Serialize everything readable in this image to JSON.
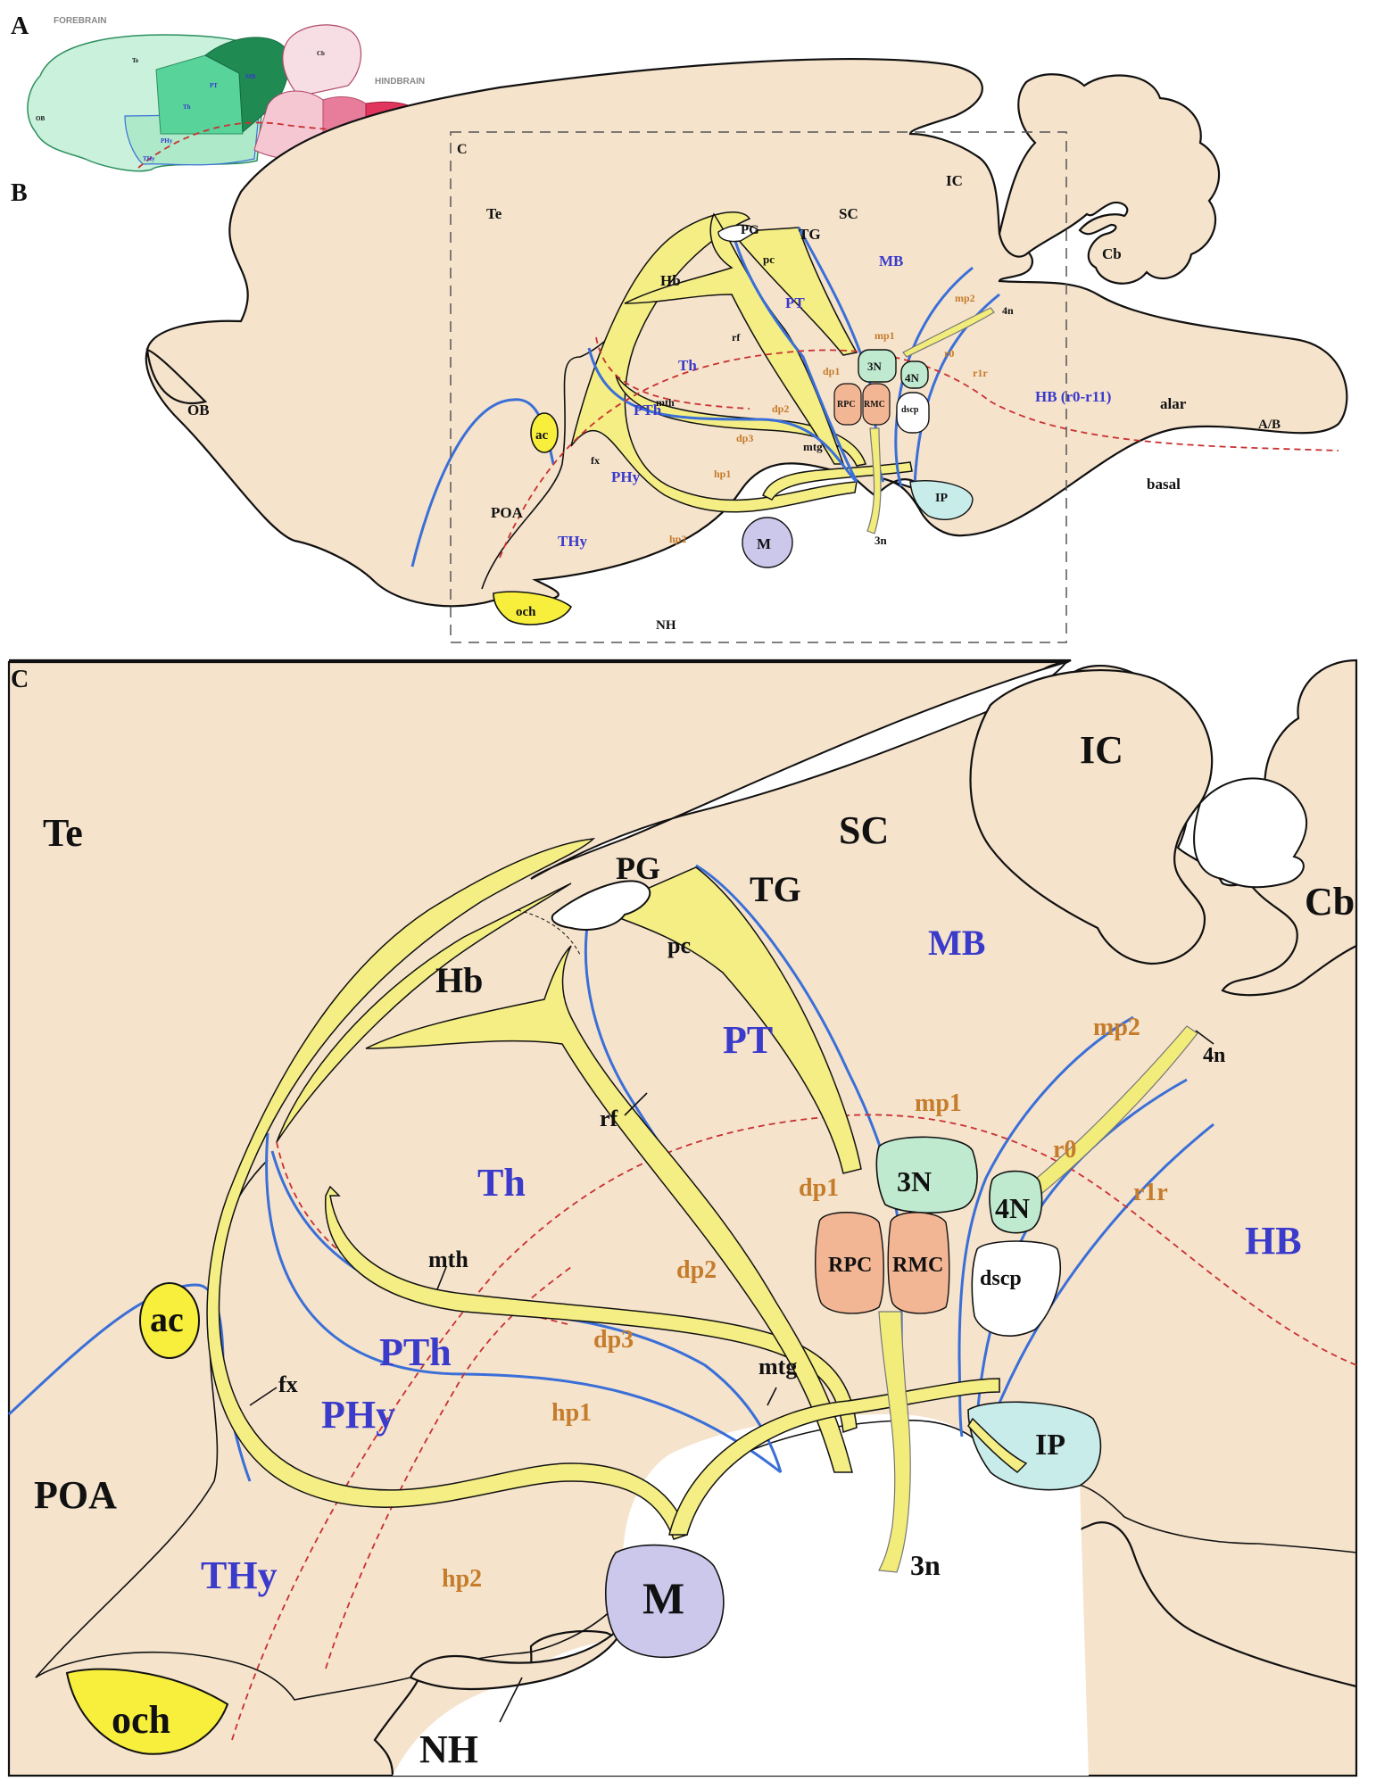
{
  "panel_letters": {
    "a": "A",
    "b": "B",
    "c": "C",
    "c_box": "C"
  },
  "inset": {
    "forebrain": "FOREBRAIN",
    "hindbrain": "HINDBRAIN",
    "te": "Te",
    "ob": "OB",
    "cb": "Cb",
    "th": "Th",
    "pt": "PT",
    "mb": "MB",
    "phy": "PHy",
    "thy": "THy"
  },
  "panel_b": {
    "te": "Te",
    "ob": "OB",
    "poa": "POA",
    "ac": "ac",
    "och": "och",
    "nh": "NH",
    "pg": "PG",
    "tg": "TG",
    "sc": "SC",
    "ic": "IC",
    "cb": "Cb",
    "mb": "MB",
    "hb": "Hb",
    "pc": "pc",
    "pt": "PT",
    "rf": "rf",
    "th": "Th",
    "mth": "mth",
    "pth": "PTh",
    "phy": "PHy",
    "thy": "THy",
    "fx": "fx",
    "m": "M",
    "mtg": "mtg",
    "n3": "3N",
    "n4": "4N",
    "rpc": "RPC",
    "rmc": "RMC",
    "dscp": "dscp",
    "ip": "IP",
    "n3n": "3n",
    "n4n": "4n",
    "hb_range": "HB (r0-r11)",
    "alar": "alar",
    "basal": "basal",
    "ab": "A/B",
    "mp1": "mp1",
    "mp2": "mp2",
    "r0": "r0",
    "r1r": "r1r",
    "dp1": "dp1",
    "dp2": "dp2",
    "dp3": "dp3",
    "hp1": "hp1",
    "hp2": "hp2"
  },
  "panel_c": {
    "te": "Te",
    "ic": "IC",
    "sc": "SC",
    "cb": "Cb",
    "pg": "PG",
    "tg": "TG",
    "mb": "MB",
    "hb": "Hb",
    "pc": "pc",
    "pt": "PT",
    "rf": "rf",
    "th": "Th",
    "mth": "mth",
    "pth": "PTh",
    "phy": "PHy",
    "thy": "THy",
    "poa": "POA",
    "ac": "ac",
    "fx": "fx",
    "m": "M",
    "och": "och",
    "nh": "NH",
    "mtg": "mtg",
    "n3": "3N",
    "n4": "4N",
    "rpc": "RPC",
    "rmc": "RMC",
    "dscp": "dscp",
    "ip": "IP",
    "n3n": "3n",
    "n4n": "4n",
    "hbr": "HB",
    "mp1": "mp1",
    "mp2": "mp2",
    "r0": "r0",
    "r1r": "r1r",
    "dp1": "dp1",
    "dp2": "dp2",
    "dp3": "dp3",
    "hp1": "hp1",
    "hp2": "hp2"
  },
  "colors": {
    "tissue": "#f5e3cc",
    "outline": "#111111",
    "boundary_blue": "#3a6fd8",
    "boundary_red": "#c93131",
    "tract_yellow": "#f4ee84",
    "nucleus_green": "#bfead0",
    "nucleus_orange": "#f2b694",
    "nucleus_purple": "#ccc8ec",
    "nucleus_cyan": "#c8ecea",
    "label_blue": "#3a3acb",
    "label_orange": "#c57c2b"
  }
}
